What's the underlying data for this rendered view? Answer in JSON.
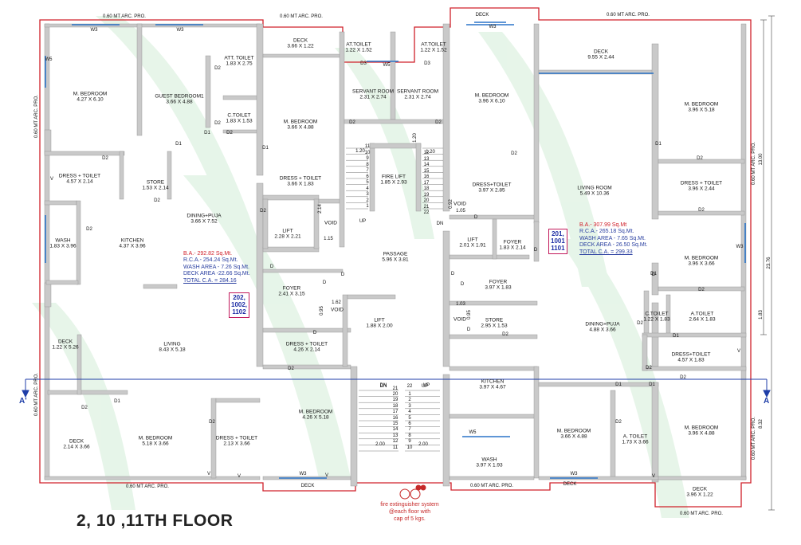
{
  "floor_title": "2, 10 ,11TH FLOOR",
  "colors": {
    "outline": "#d0202a",
    "wall": "#c9c9c9",
    "window": "#2a74c8",
    "area_blue": "#2a3fa0",
    "unit_box": "#c2185b",
    "watermark": "#e3f3e6"
  },
  "projections": {
    "top_left_1": "0.60 MT ARC. PRO.",
    "top_left_2": "0.60 MT ARC. PRO.",
    "top_right": "0.60 MT ARC. PRO.",
    "bottom_left": "0.60 MT ARC. PRO.",
    "bottom_mid": "0.60 MT ARC. PRO.",
    "bottom_right": "0.60 MT ARC. PRO.",
    "left_upper": "0.60 MT ARC. PRO.",
    "left_lower": "0.60 MT ARC. PRO.",
    "right_upper": "0.60 MT ARC. PRO.",
    "right_lower": "0.60 MT ARC. PRO."
  },
  "rooms": [
    {
      "id": "l-m-bedroom-top",
      "name": "M. BEDROOM",
      "dim": "4.27 X 6.10"
    },
    {
      "id": "l-guest-bedroom",
      "name": "GUEST BEDROOM1",
      "dim": "3.66 X 4.88"
    },
    {
      "id": "l-att-toilet",
      "name": "ATT. TOILET",
      "dim": "1.83 X 2.75"
    },
    {
      "id": "l-c-toilet",
      "name": "C.TOILET",
      "dim": "1.83 X 1.53"
    },
    {
      "id": "l-deck-top",
      "name": "DECK",
      "dim": "3.66 X 1.22"
    },
    {
      "id": "l-m-bedroom-mid",
      "name": "M. BEDROOM",
      "dim": "3.66 X 4.88"
    },
    {
      "id": "l-dress-toilet-1",
      "name": "DRESS + TOILET",
      "dim": "4.57 X 2.14"
    },
    {
      "id": "l-store",
      "name": "STORE",
      "dim": "1.53 X 2.14"
    },
    {
      "id": "l-dress-toilet-2",
      "name": "DRESS + TOILET",
      "dim": "3.66 X 1.83"
    },
    {
      "id": "l-dining-puja",
      "name": "DINING+PUJA",
      "dim": "3.66 X 7.52"
    },
    {
      "id": "l-wash",
      "name": "WASH",
      "dim": "1.83 X 3.96"
    },
    {
      "id": "l-kitchen",
      "name": "KITCHEN",
      "dim": "4.37 X 3.96"
    },
    {
      "id": "l-lift",
      "name": "LIFT",
      "dim": "2.28 X 2.21"
    },
    {
      "id": "l-void",
      "name": "VOID",
      "dim": ""
    },
    {
      "id": "l-foyer",
      "name": "FOYER",
      "dim": "2.41 X 3.15"
    },
    {
      "id": "l-void-2",
      "name": "VOID",
      "dim": ""
    },
    {
      "id": "l-deck-side",
      "name": "DECK",
      "dim": "1.22 X 5.26"
    },
    {
      "id": "l-living",
      "name": "LIVING",
      "dim": "8.43 X 5.18"
    },
    {
      "id": "l-dress-toilet-3",
      "name": "DRESS + TOILET",
      "dim": "4.26 X 2.14"
    },
    {
      "id": "l-m-bedroom-bottom",
      "name": "M. BEDROOM",
      "dim": "4.26 X 5.18"
    },
    {
      "id": "l-deck-bottom",
      "name": "DECK",
      "dim": "2.14 X 3.66"
    },
    {
      "id": "l-m-bedroom-bl",
      "name": "M. BEDROOM",
      "dim": "5.18 X 3.66"
    },
    {
      "id": "l-dress-toilet-4",
      "name": "DRESS + TOILET",
      "dim": "2.13 X 3.66"
    },
    {
      "id": "c-at-toilet-1",
      "name": "AT.TOILET",
      "dim": "1.22 X 1.52"
    },
    {
      "id": "c-at-toilet-2",
      "name": "AT.TOILET",
      "dim": "1.22 X 1.52"
    },
    {
      "id": "c-servant-1",
      "name": "SERVANT ROOM",
      "dim": "2.31 X 2.74"
    },
    {
      "id": "c-servant-2",
      "name": "SERVANT ROOM",
      "dim": "2.31 X 2.74"
    },
    {
      "id": "c-fire-lift",
      "name": "FIRE LIFT",
      "dim": "1.85 X 2.93"
    },
    {
      "id": "c-passage",
      "name": "PASSAGE",
      "dim": "5.96 X 3.81"
    },
    {
      "id": "c-lift",
      "name": "LIFT",
      "dim": "1.88 X 2.00"
    },
    {
      "id": "r-m-bedroom-top",
      "name": "M. BEDROOM",
      "dim": "3.96 X 6.10"
    },
    {
      "id": "r-dress-toilet-1",
      "name": "DRESS+TOILET",
      "dim": "3.97 X 2.85"
    },
    {
      "id": "r-void-1",
      "name": "VOID",
      "dim": ""
    },
    {
      "id": "r-deck-top",
      "name": "DECK",
      "dim": "9.55 X 2.44"
    },
    {
      "id": "r-living",
      "name": "LIVING ROOM",
      "dim": "5.49 X 10.36"
    },
    {
      "id": "r-m-bedroom-tr",
      "name": "M. BEDROOM",
      "dim": "3.96 X 5.18"
    },
    {
      "id": "r-dress-toilet-2",
      "name": "DRESS + TOILET",
      "dim": "3.96 X 2.44"
    },
    {
      "id": "r-m-bedroom-mr",
      "name": "M. BEDROOM",
      "dim": "3.96 X 3.66"
    },
    {
      "id": "r-lift",
      "name": "LIFT",
      "dim": "2.01 X 1.91"
    },
    {
      "id": "r-foyer-1",
      "name": "FOYER",
      "dim": "1.83 X 2.14"
    },
    {
      "id": "r-foyer-2",
      "name": "FOYER",
      "dim": "3.97 X 1.83"
    },
    {
      "id": "r-void-2",
      "name": "VOID",
      "dim": ""
    },
    {
      "id": "r-store",
      "name": "STORE",
      "dim": "2.95 X 1.53"
    },
    {
      "id": "r-c-toilet",
      "name": "C.TOILET",
      "dim": "1.22 X 1.83"
    },
    {
      "id": "r-a-toilet",
      "name": "A.TOILET",
      "dim": "2.64 X 1.83"
    },
    {
      "id": "r-dining-puja",
      "name": "DINING+PUJA",
      "dim": "4.88 X 3.66"
    },
    {
      "id": "r-dress-toilet-3",
      "name": "DRESS+TOILET",
      "dim": "4.57 X 1.83"
    },
    {
      "id": "r-kitchen",
      "name": "KITCHEN",
      "dim": "3.97 X 4.67"
    },
    {
      "id": "r-wash",
      "name": "WASH",
      "dim": "3.97 X 1.93"
    },
    {
      "id": "r-m-bedroom-bm",
      "name": "M. BEDROOM",
      "dim": "3.66 X 4.88"
    },
    {
      "id": "r-a-toilet-2",
      "name": "A. TOILET",
      "dim": "1.73 X 3.66"
    },
    {
      "id": "r-m-bedroom-br",
      "name": "M. BEDROOM",
      "dim": "3.96 X 4.88"
    },
    {
      "id": "r-deck-bottom",
      "name": "DECK",
      "dim": "3.96 X 1.22"
    }
  ],
  "deck_strips": {
    "top_small": "DECK",
    "bottom_left": "DECK",
    "bottom_right": "DECK"
  },
  "left_unit": {
    "units": [
      "202,",
      "1002,",
      "1102"
    ],
    "ba": "B.A.- 292.82 Sq.Mt.",
    "rca": "R.C.A.- 254.24 Sq.Mt.",
    "wash": "WASH AREA - 7.26 Sq.Mt.",
    "deck": "DECK AREA -22.66 Sq.Mt.",
    "total": "TOTAL C.A. = 284.16"
  },
  "right_unit": {
    "units": [
      "201,",
      "1001",
      "1101"
    ],
    "ba": "B.A.- 307.99 Sq.Mt",
    "rca": "R.C.A.- 265.18 Sq.Mt.",
    "wash": "WASH AREA - 7.65 Sq.Mt.",
    "deck": "DECK AREA - 26.50 Sq.Mt.",
    "total": "TOTAL C.A. = 299.33"
  },
  "stair_top": {
    "left": [
      "11",
      "10",
      "9",
      "8",
      "7",
      "6",
      "5",
      "4",
      "3",
      "2",
      "1"
    ],
    "right": [
      "12",
      "13",
      "14",
      "15",
      "16",
      "17",
      "18",
      "19",
      "20",
      "21",
      "22"
    ],
    "up": "UP",
    "dn": "DN",
    "w1": "1.20",
    "w2": "1.20",
    "w3": "1.20",
    "w4": "1.20"
  },
  "stair_bottom": {
    "left": [
      "20",
      "19",
      "18",
      "17",
      "16",
      "15",
      "14",
      "13",
      "12",
      "11"
    ],
    "right": [
      "1",
      "2",
      "3",
      "4",
      "5",
      "6",
      "7",
      "8",
      "9",
      "10"
    ],
    "top_left": "21",
    "top_right": "22",
    "dn": "DN",
    "up": "UP",
    "w1": "2.00",
    "w2": "2.00",
    "side": "2.00"
  },
  "small_dims": {
    "void_w": "2.14",
    "void_h": "1.15",
    "void2_a": "1.62",
    "void2_b": "0.95",
    "void3_a": "1.03",
    "void3_b": "0.95",
    "void4_a": "0.92",
    "void4_b": "1.05",
    "stair_side": "1.20"
  },
  "dimensions": {
    "d1": "13.00",
    "d2": "23.76",
    "d3": "1.83",
    "d4": "8.32"
  },
  "section": {
    "left": "A'",
    "right": "A"
  },
  "fire_note": [
    "fire extinguisher system",
    "@each floor with",
    "cap of 5 kgs."
  ],
  "tags": {
    "W3": "W3",
    "W5": "W5",
    "D1": "D1",
    "D2": "D2",
    "D3": "D3",
    "D": "D",
    "V": "V",
    "UP": "UP",
    "DN": "DN"
  }
}
